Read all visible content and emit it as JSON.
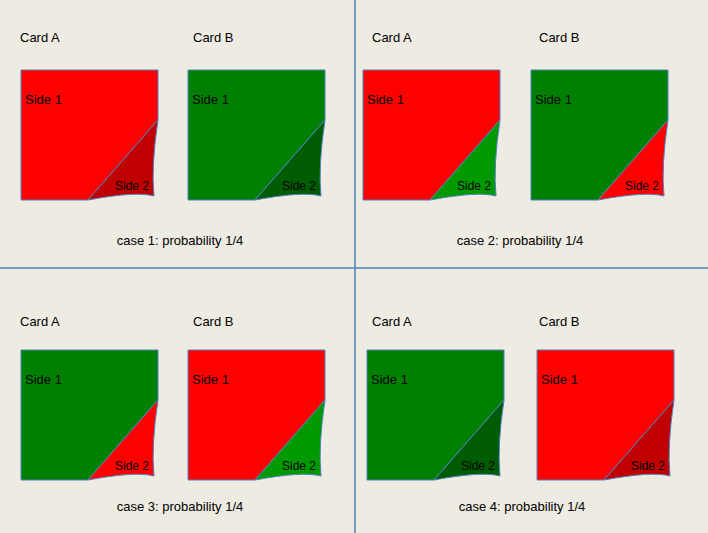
{
  "diagram": {
    "nodes": [
      {
        "text": [
          "Card A",
          "Side 1",
          "Side 2"
        ]
      },
      {
        "text": [
          "Card B",
          "Side 1",
          "Side 2"
        ]
      },
      {
        "text": [
          "Card A",
          "Side 1",
          "Side 2"
        ]
      },
      {
        "text": [
          "Card B",
          "Side 1",
          "Side 2"
        ]
      },
      {
        "text": [
          "Card A",
          "Side 1",
          "Side 2"
        ]
      },
      {
        "text": [
          "Card B",
          "Side 1",
          "Side 2"
        ]
      },
      {
        "text": [
          "Card A",
          "Side 1",
          "Side 2"
        ]
      },
      {
        "text": [
          "Card B",
          "Side 1",
          "Side 2"
        ]
      }
    ],
    "labels": [
      "case 1: probability 1/4",
      "case 2: probability 1/4",
      "case 3: probability 1/4",
      "case 4: probability 1/4"
    ]
  }
}
